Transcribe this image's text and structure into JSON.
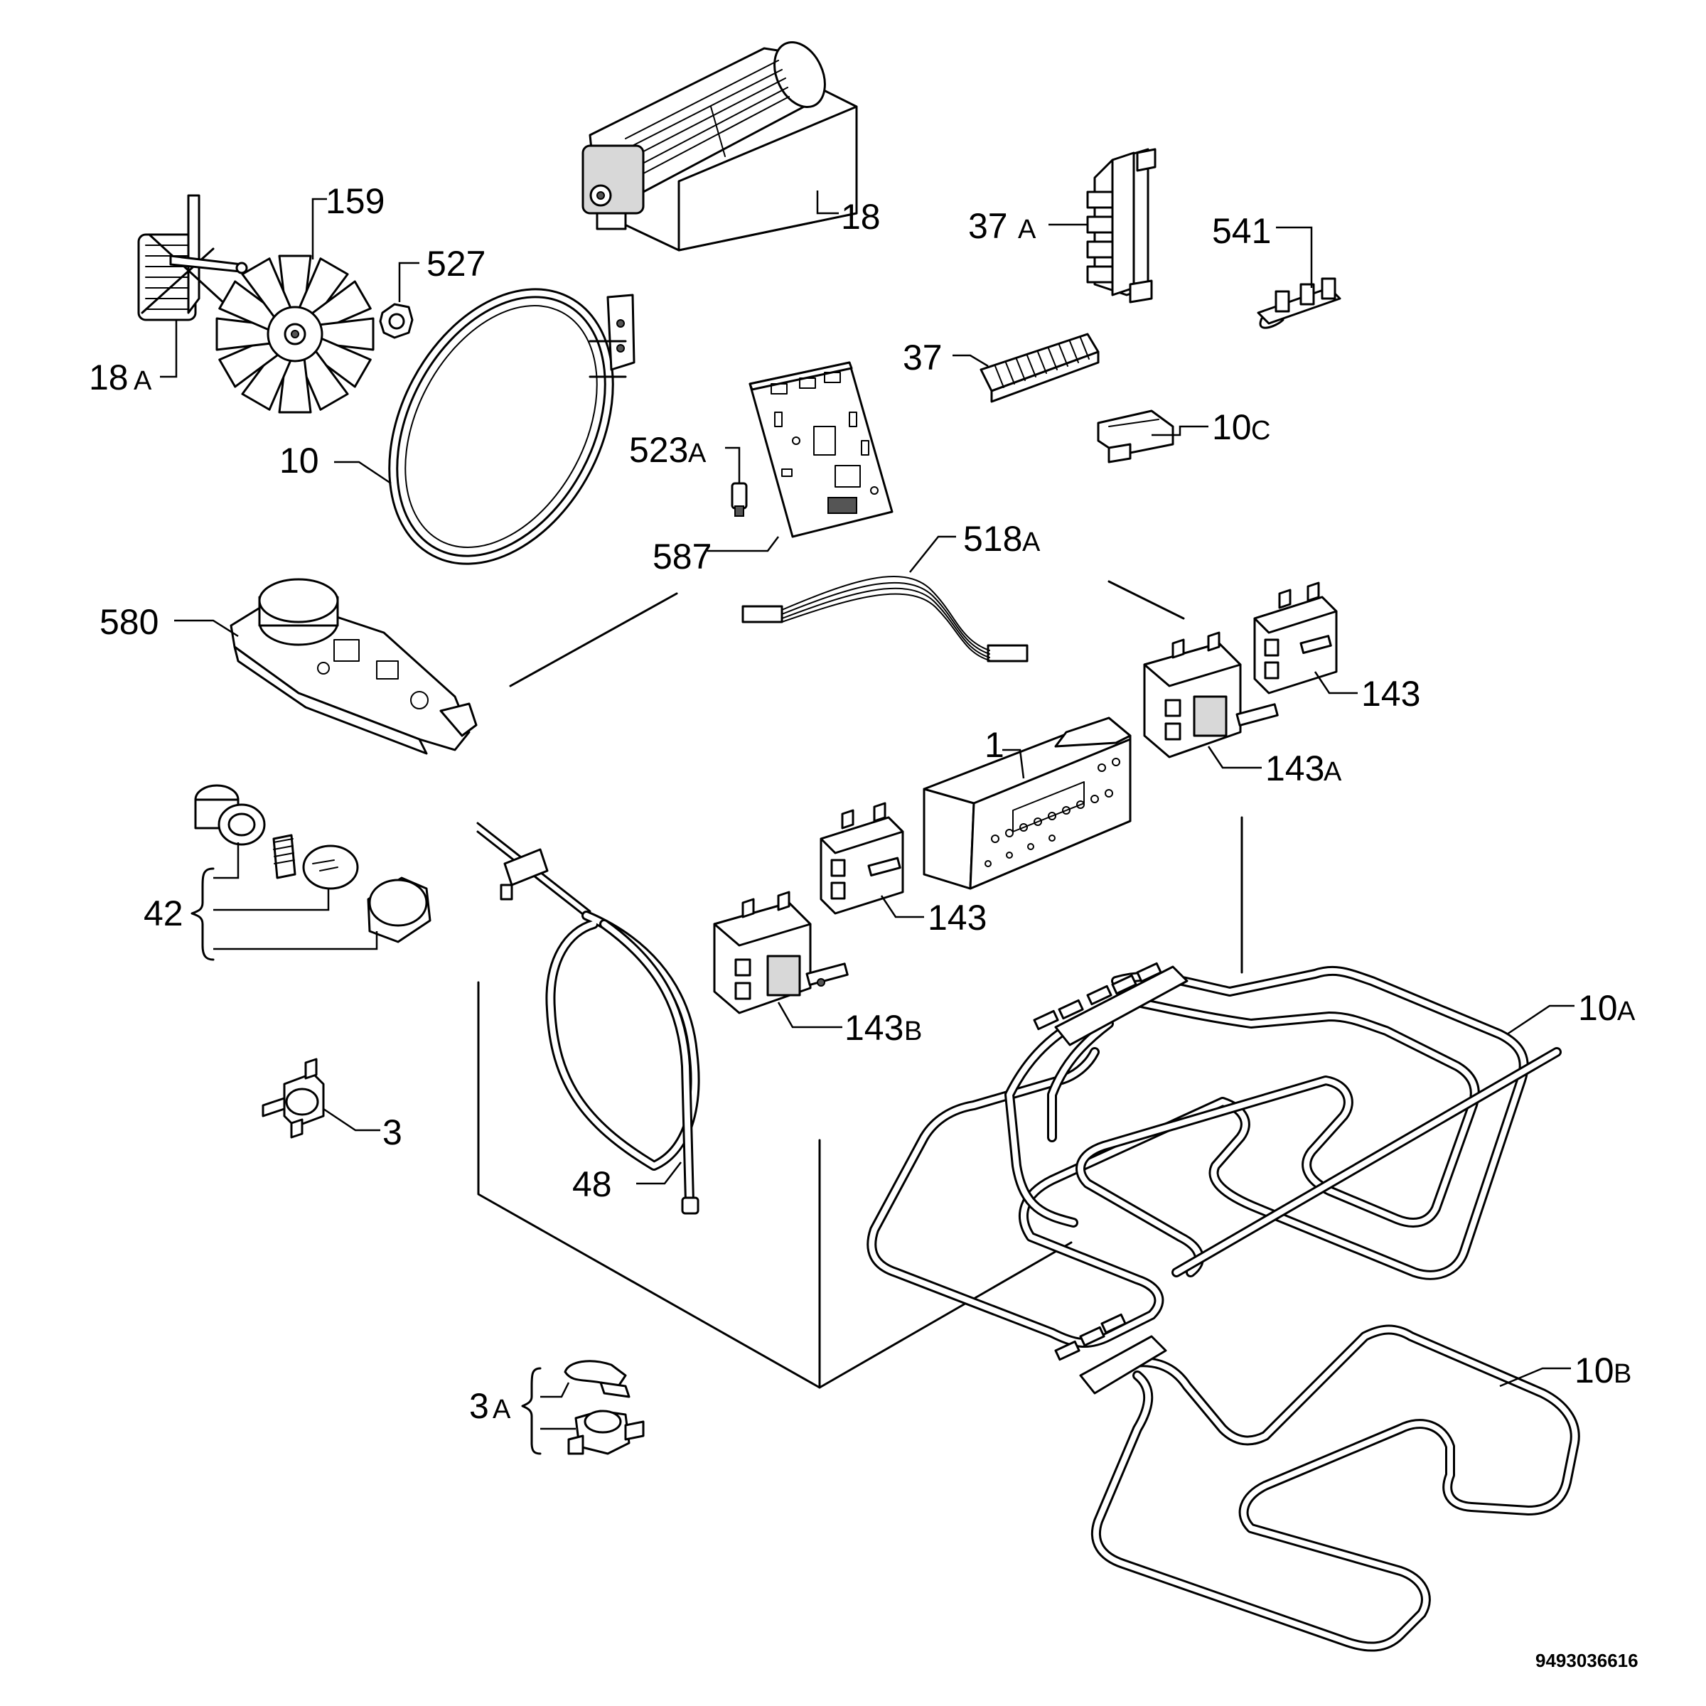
{
  "labels": {
    "l18": "18",
    "l159": "159",
    "l527": "527",
    "l18a_num": "18",
    "l18a_suf": "A",
    "l37a_num": "37",
    "l37a_suf": "A",
    "l541": "541",
    "l37": "37",
    "l10c_num": "10",
    "l10c_suf": "C",
    "l10": "10",
    "l523a_num": "523",
    "l523a_suf": "A",
    "l587": "587",
    "l518a_num": "518",
    "l518a_suf": "A",
    "l580": "580",
    "l143_top": "143",
    "l143a_num": "143",
    "l143a_suf": "A",
    "l1": "1",
    "l42": "42",
    "l143_mid": "143",
    "l143b_num": "143",
    "l143b_suf": "B",
    "l10a_num": "10",
    "l10a_suf": "A",
    "l3": "3",
    "l48": "48",
    "l10b_num": "10",
    "l10b_suf": "B",
    "l3a_num": "3",
    "l3a_suf": "A"
  },
  "reference": "9493036616"
}
